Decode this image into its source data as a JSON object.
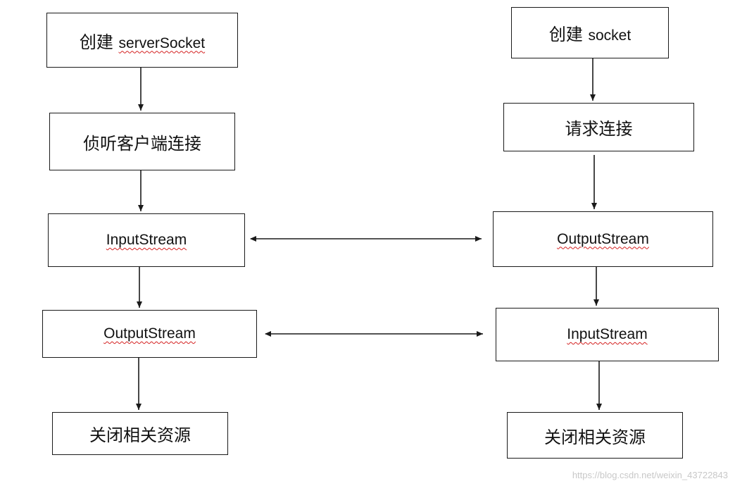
{
  "server": {
    "create_prefix": "创建",
    "create_word": "serverSocket",
    "listen": "侦听客户端连接",
    "input_stream": "InputStream",
    "output_stream": "OutputStream",
    "close": "关闭相关资源"
  },
  "client": {
    "create_prefix": "创建",
    "create_word": "socket",
    "request": "请求连接",
    "output_stream": "OutputStream",
    "input_stream": "InputStream",
    "close": "关闭相关资源"
  },
  "watermark": "https://blog.csdn.net/weixin_43722843",
  "colors": {
    "stroke": "#1a1a1a",
    "squiggle": "#d42020",
    "watermark": "#c8c8c8"
  }
}
